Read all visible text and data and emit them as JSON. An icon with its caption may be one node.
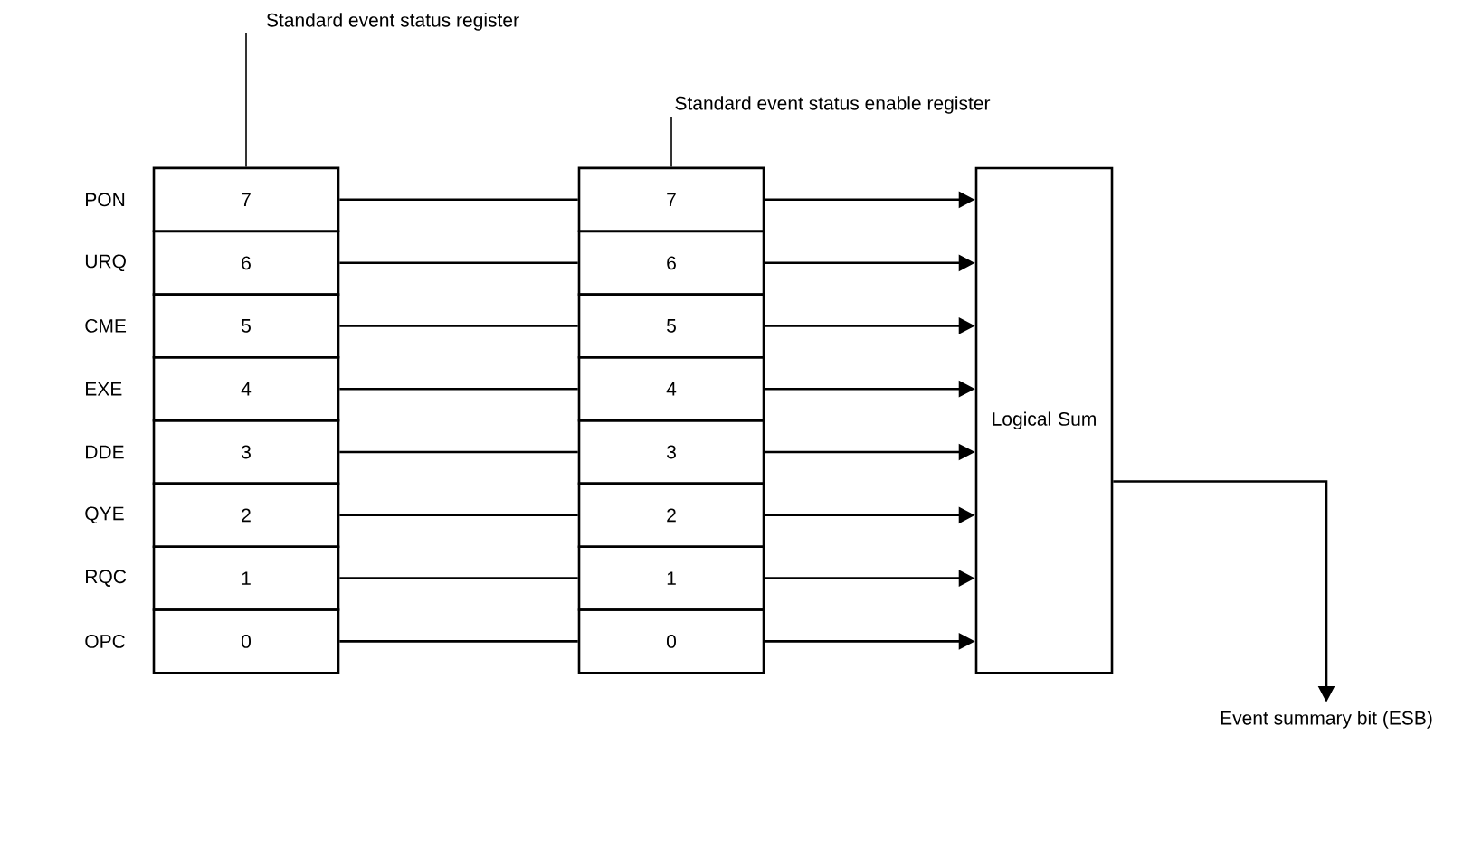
{
  "diagram": {
    "nodes": [
      {
        "text": [
          "7"
        ],
        "beside": [
          "PON"
        ]
      },
      {
        "text": [
          "6"
        ],
        "beside": [
          "URQ"
        ]
      },
      {
        "text": [
          "5"
        ],
        "beside": [
          "CME"
        ]
      },
      {
        "text": [
          "4"
        ],
        "beside": [
          "EXE"
        ]
      },
      {
        "text": [
          "3"
        ],
        "beside": [
          "DDE"
        ]
      },
      {
        "text": [
          "2"
        ],
        "beside": [
          "QYE"
        ]
      },
      {
        "text": [
          "1"
        ],
        "beside": [
          "RQC"
        ]
      },
      {
        "text": [
          "0"
        ],
        "beside": [
          "OPC"
        ]
      },
      {
        "text": [
          "7"
        ]
      },
      {
        "text": [
          "6"
        ]
      },
      {
        "text": [
          "5"
        ]
      },
      {
        "text": [
          "4"
        ]
      },
      {
        "text": [
          "3"
        ]
      },
      {
        "text": [
          "2"
        ]
      },
      {
        "text": [
          "1"
        ]
      },
      {
        "text": [
          "0"
        ]
      },
      {
        "text": [
          "Logical Sum"
        ]
      },
      {
        "text": [
          "Event summary bit (ESB)"
        ]
      },
      {
        "text": [
          "Standard event status register"
        ]
      },
      {
        "text": [
          "Standard event status enable register"
        ]
      }
    ],
    "edges": [
      {
        "from": 0,
        "to": 8,
        "arrow": "none"
      },
      {
        "from": 1,
        "to": 9,
        "arrow": "none"
      },
      {
        "from": 2,
        "to": 10,
        "arrow": "none"
      },
      {
        "from": 3,
        "to": 11,
        "arrow": "none"
      },
      {
        "from": 4,
        "to": 12,
        "arrow": "none"
      },
      {
        "from": 5,
        "to": 13,
        "arrow": "none"
      },
      {
        "from": 6,
        "to": 14,
        "arrow": "none"
      },
      {
        "from": 7,
        "to": 15,
        "arrow": "none"
      },
      {
        "from": 8,
        "to": 16,
        "arrow": "to"
      },
      {
        "from": 9,
        "to": 16,
        "arrow": "to"
      },
      {
        "from": 10,
        "to": 16,
        "arrow": "to"
      },
      {
        "from": 11,
        "to": 16,
        "arrow": "to"
      },
      {
        "from": 12,
        "to": 16,
        "arrow": "to"
      },
      {
        "from": 13,
        "to": 16,
        "arrow": "to"
      },
      {
        "from": 14,
        "to": 16,
        "arrow": "to"
      },
      {
        "from": 15,
        "to": 16,
        "arrow": "to"
      },
      {
        "from": 16,
        "to": 17,
        "arrow": "to"
      },
      {
        "from": 18,
        "to": 0,
        "arrow": "none"
      },
      {
        "from": 19,
        "to": 8,
        "arrow": "none"
      }
    ]
  }
}
